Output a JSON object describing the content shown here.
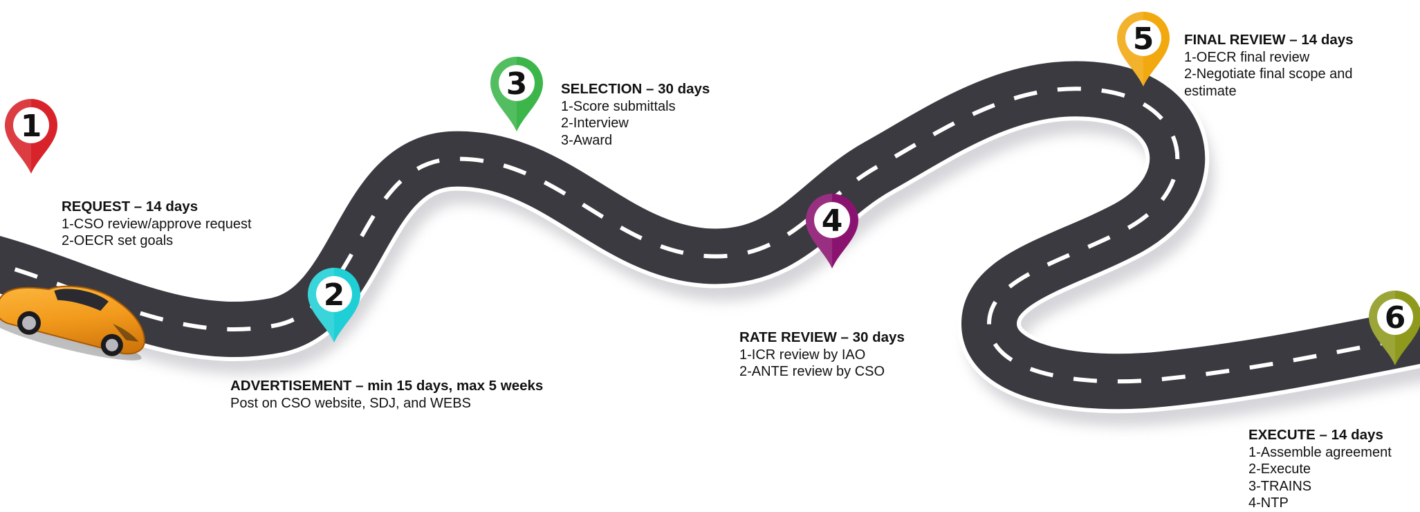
{
  "steps": [
    {
      "number": "1",
      "title": "REQUEST – 14 days",
      "lines": [
        "1-CSO review/approve request",
        "2-OECR set goals"
      ],
      "color": "#d8232a"
    },
    {
      "number": "2",
      "title": "ADVERTISEMENT – min 15 days, max 5 weeks",
      "lines": [
        "Post on CSO website, SDJ, and WEBS"
      ],
      "color": "#1fcfd6"
    },
    {
      "number": "3",
      "title": "SELECTION – 30 days",
      "lines": [
        "1-Score submittals",
        "2-Interview",
        "3-Award"
      ],
      "color": "#3cb64a"
    },
    {
      "number": "4",
      "title": "RATE REVIEW – 30 days",
      "lines": [
        "1-ICR review by IAO",
        "2-ANTE review by CSO"
      ],
      "color": "#8b1370"
    },
    {
      "number": "5",
      "title": "FINAL REVIEW – 14 days",
      "lines": [
        "1-OECR final review",
        "2-Negotiate final scope and",
        "estimate"
      ],
      "color": "#f2a80f"
    },
    {
      "number": "6",
      "title": "EXECUTE – 14 days",
      "lines": [
        "1-Assemble agreement",
        "2-Execute",
        "3-TRAINS",
        "4-NTP"
      ],
      "color": "#8f9a1d"
    }
  ],
  "colors": {
    "road": "#3b3a40",
    "road_edge": "#ffffff",
    "lane_dash": "#ffffff",
    "shadow": "#d9d9dd",
    "car_body": "#f29a1c"
  },
  "icons": {
    "car": "sports-car-icon",
    "pin": "map-pin-icon"
  }
}
